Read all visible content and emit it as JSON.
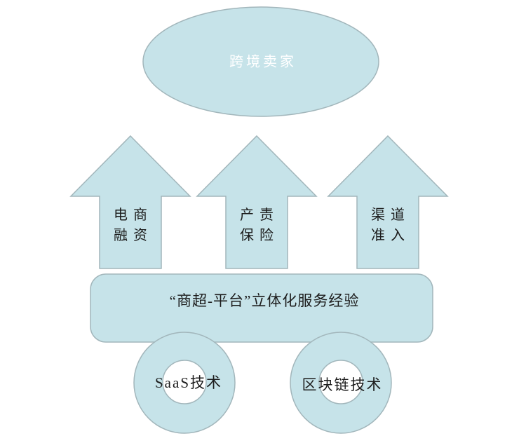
{
  "diagram": {
    "title_ellipse": {
      "label": "跨境卖家"
    },
    "arrows": [
      {
        "lines": [
          "电商",
          "融资"
        ]
      },
      {
        "lines": [
          "产责",
          "保险"
        ]
      },
      {
        "lines": [
          "渠道",
          "准入"
        ]
      }
    ],
    "platform_bar": {
      "label": "“商超-平台”立体化服务经验"
    },
    "wheels": [
      {
        "label": "SaaS技术"
      },
      {
        "label": "区块链技术"
      }
    ],
    "colors": {
      "shape_fill": "#c6e3e9",
      "shape_border": "#a2b6bb",
      "ellipse_text": "#ffffff",
      "label_text": "#1c1c1c",
      "background": "#ffffff"
    }
  }
}
